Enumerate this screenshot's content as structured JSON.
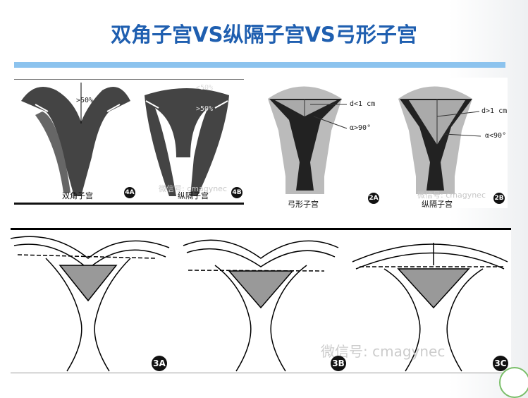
{
  "title": "双角子宫VS纵隔子宫VS弓形子宫",
  "panel4": {
    "a_label": "双角子宫",
    "a_badge": "4A",
    "a_measure": ">50%",
    "b_label": "纵隔子宫",
    "b_badge": "4B",
    "b_measure_top": "<50%",
    "b_measure_bottom": ">50%",
    "watermark": "微信号: cmagynec"
  },
  "panel2": {
    "a_label": "弓形子宫",
    "a_badge": "2A",
    "a_d": "d<1 cm",
    "a_alpha": "α>90°",
    "b_label": "纵隔子宫",
    "b_badge": "2B",
    "b_d": "d>1 cm",
    "b_alpha": "α<90°",
    "watermark": "微信号: cmagynec"
  },
  "panel3": {
    "badges": [
      "3A",
      "3B",
      "3C"
    ],
    "watermark": "微信号: cmagynec"
  }
}
